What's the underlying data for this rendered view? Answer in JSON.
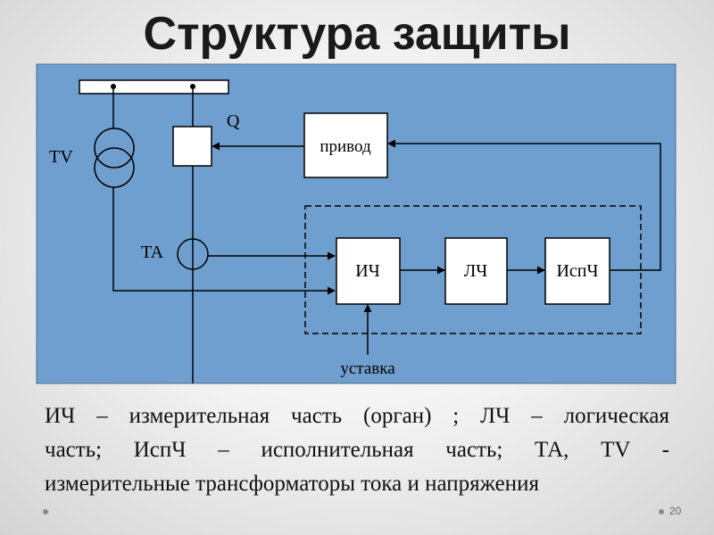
{
  "slide": {
    "title": "Структура защиты",
    "page_number": "20"
  },
  "diagram": {
    "labels": {
      "tv": "TV",
      "ta": "TA",
      "q": "Q",
      "drive": "привод",
      "measuring": "ИЧ",
      "logic": "ЛЧ",
      "executive": "ИспЧ",
      "setpoint": "уставка"
    },
    "colors": {
      "panel_fill": "#6f9fcf",
      "stroke": "#000000",
      "block_fill": "#ffffff"
    }
  },
  "caption": {
    "line1": "ИЧ – измерительная часть (орган) ; ЛЧ – логическая",
    "line2": "часть; ИспЧ – исполнительная часть; ТА, TV -",
    "line3": "измерительные трансформаторы тока и напряжения"
  }
}
